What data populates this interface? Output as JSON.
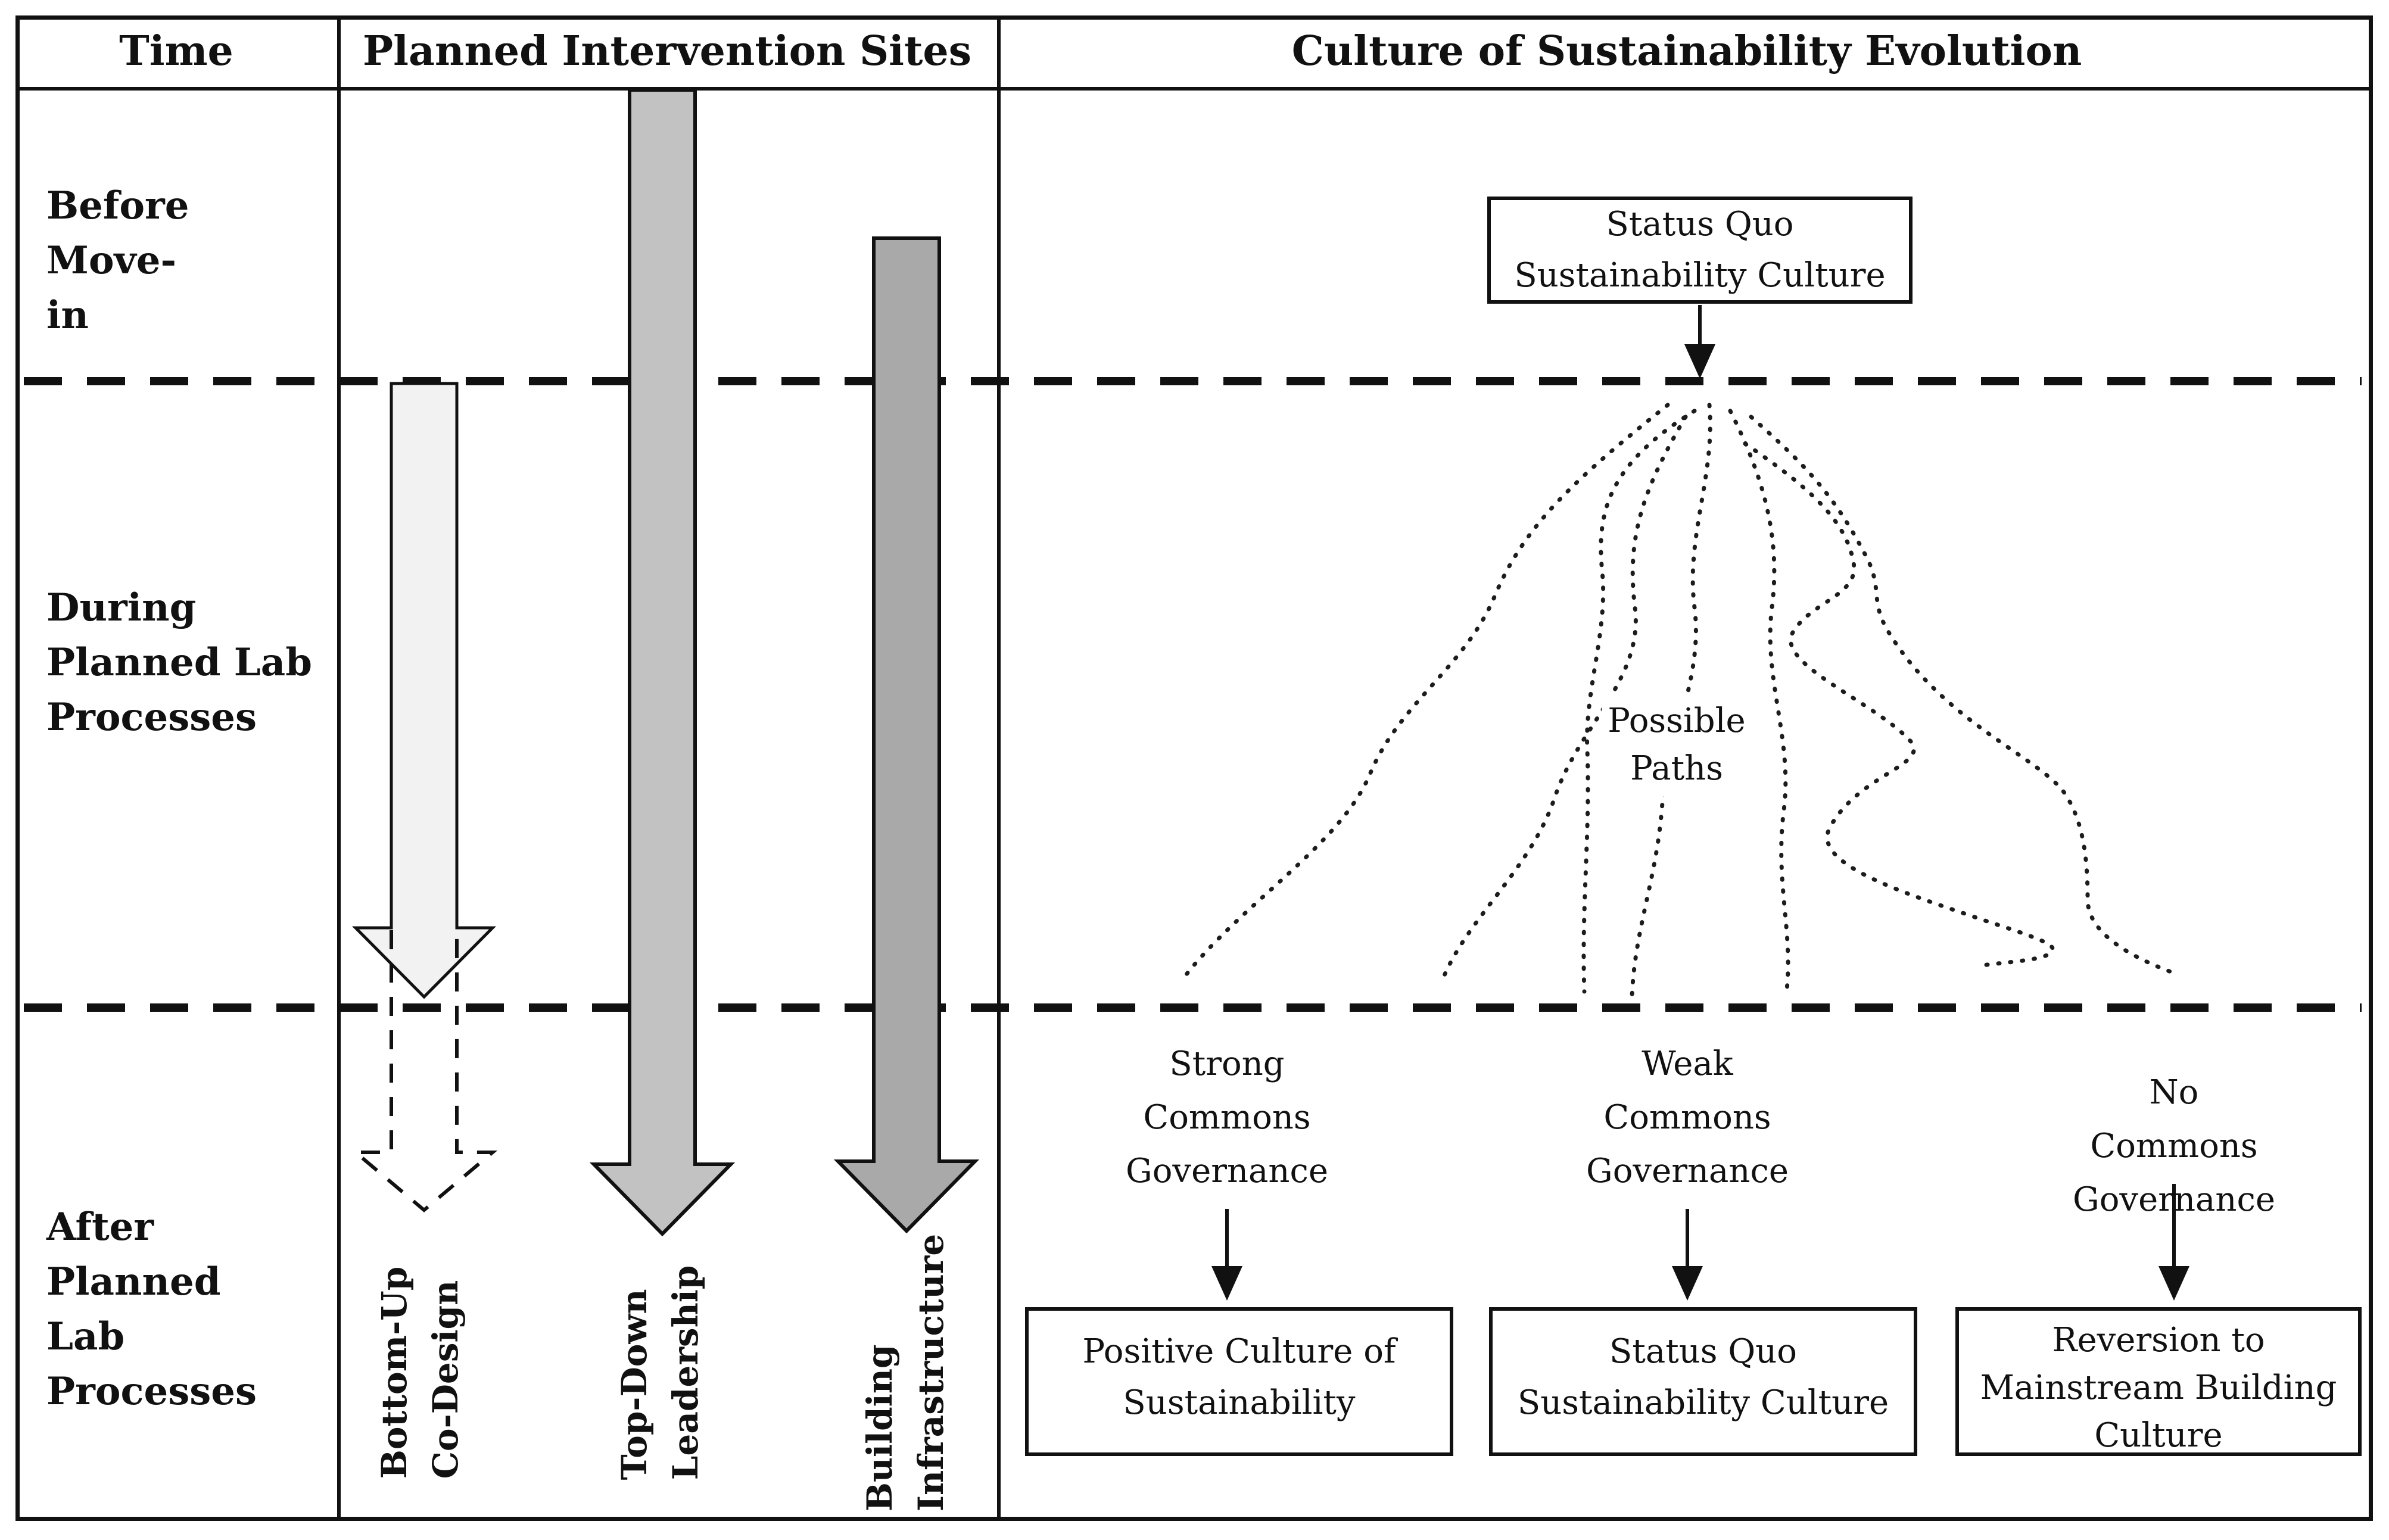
{
  "header": {
    "time": "Time",
    "interventions": "Planned Intervention Sites",
    "culture": "Culture of Sustainability Evolution"
  },
  "time_rows": [
    {
      "label": "Before Move-\nin"
    },
    {
      "label": "During\nPlanned Lab\nProcesses"
    },
    {
      "label": "After Planned\nLab Processes"
    }
  ],
  "intervention_arrows": [
    {
      "label": "Bottom-Up\nCo-Design",
      "fill": "#f2f2f2"
    },
    {
      "label": "Top-Down\nLeadership",
      "fill": "#c2c2c2"
    },
    {
      "label": "Building\nInfrastructure",
      "fill": "#a9a9a9"
    }
  ],
  "evolution": {
    "start_box": "Status Quo\nSustainability Culture",
    "paths_label": "Possible\nPaths",
    "outcomes": [
      {
        "governance": "Strong\nCommons\nGovernance",
        "result": "Positive Culture of\nSustainability"
      },
      {
        "governance": "Weak\nCommons\nGovernance",
        "result": "Status Quo\nSustainability Culture"
      },
      {
        "governance": "No Commons\nGovernance",
        "result": "Reversion to\nMainstream Building\nCulture"
      }
    ]
  },
  "colors": {
    "line": "#111111",
    "background": "#ffffff"
  }
}
